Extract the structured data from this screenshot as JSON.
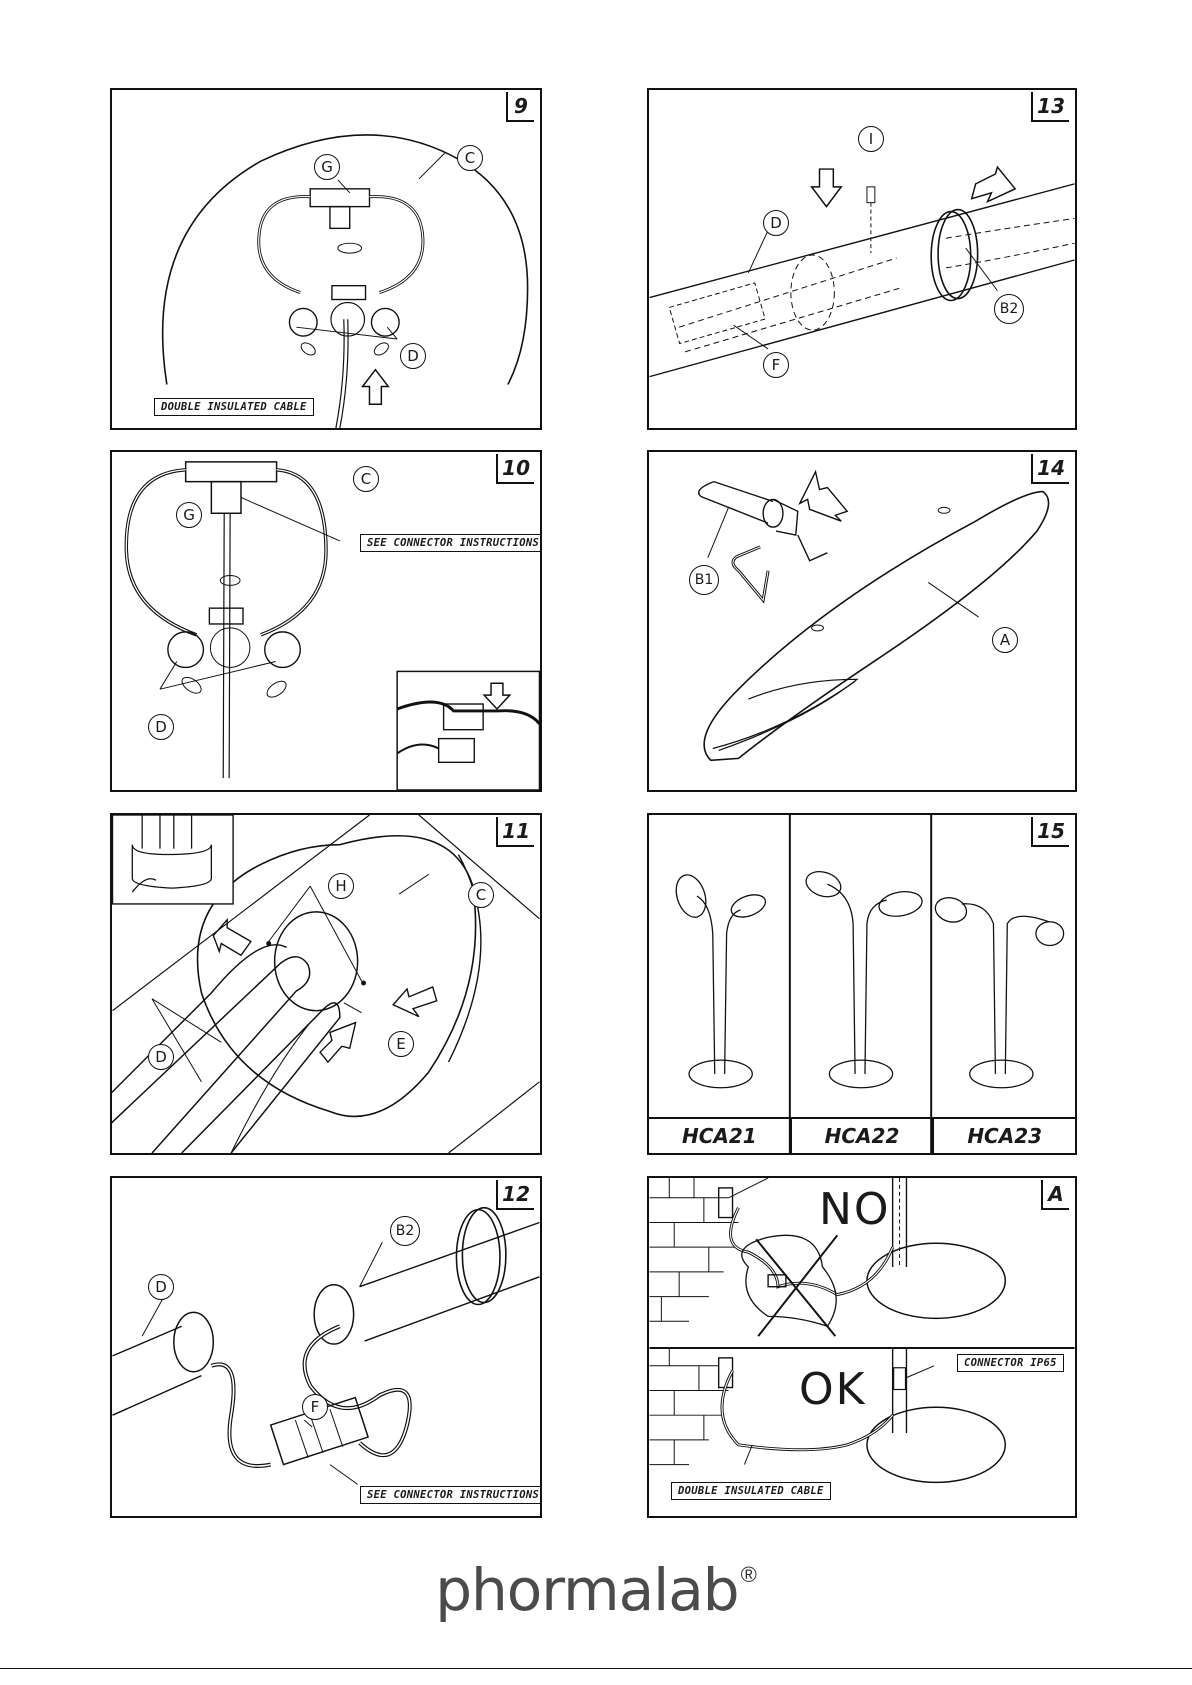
{
  "panels": {
    "p9": {
      "number": "9",
      "labels": [
        "G",
        "C",
        "D"
      ],
      "callout": "DOUBLE INSULATED CABLE"
    },
    "p10": {
      "number": "10",
      "labels": [
        "C",
        "G",
        "D"
      ],
      "callout": "SEE CONNECTOR INSTRUCTIONS",
      "inset_step": "1"
    },
    "p11": {
      "number": "11",
      "labels": [
        "H",
        "C",
        "D",
        "E"
      ],
      "steps": [
        "2",
        "2",
        "1"
      ]
    },
    "p12": {
      "number": "12",
      "labels": [
        "B2",
        "D",
        "F"
      ],
      "callout": "SEE CONNECTOR INSTRUCTIONS"
    },
    "p13": {
      "number": "13",
      "labels": [
        "I",
        "D",
        "B2",
        "F"
      ],
      "steps": [
        "2",
        "1"
      ]
    },
    "p14": {
      "number": "14",
      "labels": [
        "B1",
        "A"
      ]
    },
    "p15": {
      "number": "15",
      "models": [
        "HCA21",
        "HCA22",
        "HCA23"
      ]
    },
    "pA": {
      "number": "A",
      "word_bad": "NO",
      "word_good": "OK",
      "callout_connector": "CONNECTOR IP65",
      "callout_cable": "DOUBLE INSULATED CABLE"
    }
  },
  "brand": {
    "name": "phormalab",
    "registered": "®"
  }
}
